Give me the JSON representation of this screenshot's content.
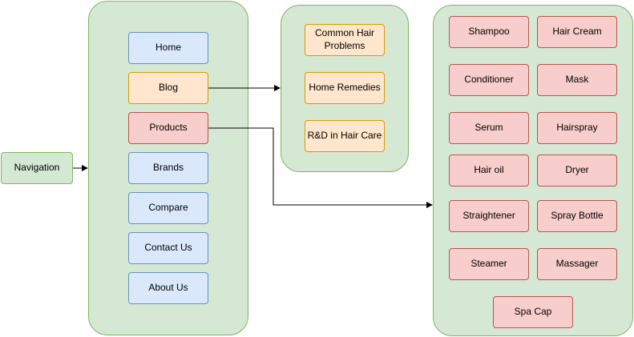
{
  "navigation": {
    "label": "Navigation"
  },
  "menu": {
    "items": [
      {
        "label": "Home",
        "color": "blue"
      },
      {
        "label": "Blog",
        "color": "orange"
      },
      {
        "label": "Products",
        "color": "red"
      },
      {
        "label": "Brands",
        "color": "blue"
      },
      {
        "label": "Compare",
        "color": "blue"
      },
      {
        "label": "Contact Us",
        "color": "blue"
      },
      {
        "label": "About Us",
        "color": "blue"
      }
    ]
  },
  "blog": {
    "items": [
      {
        "label": "Common Hair Problems"
      },
      {
        "label": "Home Remedies"
      },
      {
        "label": "R&D in Hair Care"
      }
    ]
  },
  "products": {
    "items": [
      {
        "label": "Shampoo"
      },
      {
        "label": "Hair Cream"
      },
      {
        "label": "Conditioner"
      },
      {
        "label": "Mask"
      },
      {
        "label": "Serum"
      },
      {
        "label": "Hairspray"
      },
      {
        "label": "Hair oil"
      },
      {
        "label": "Dryer"
      },
      {
        "label": "Straightener"
      },
      {
        "label": "Spray Bottle"
      },
      {
        "label": "Steamer"
      },
      {
        "label": "Massager"
      },
      {
        "label": "Spa Cap"
      }
    ]
  },
  "colors": {
    "green_fill": "#d5e8d4",
    "green_stroke": "#82b366",
    "blue_fill": "#dae8fc",
    "blue_stroke": "#6c8ebf",
    "orange_fill": "#ffe6cc",
    "orange_stroke": "#d79b00",
    "red_fill": "#f8cecc",
    "red_stroke": "#b85450"
  }
}
